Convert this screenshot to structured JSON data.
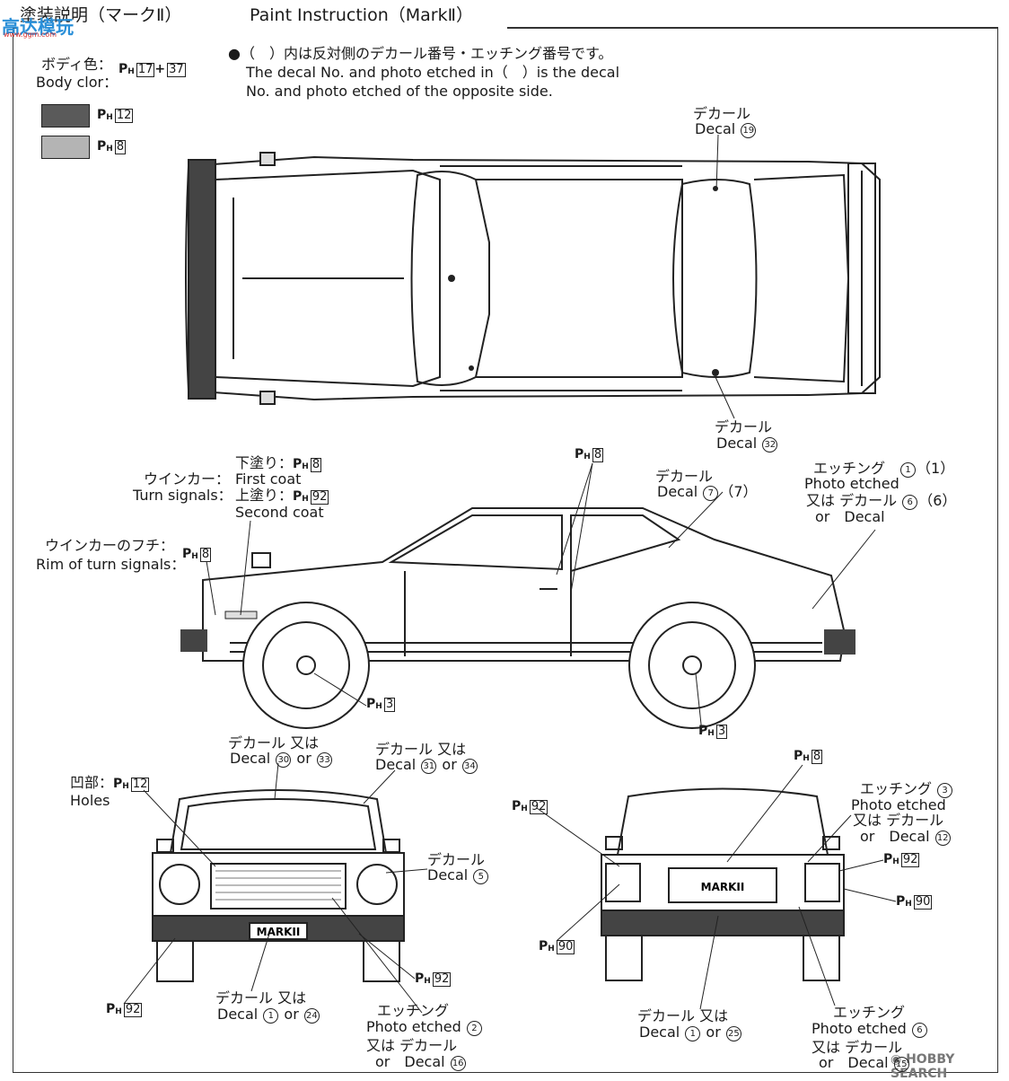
{
  "header": {
    "title_ja": "塗装説明（マークⅡ）",
    "title_en": "Paint Instruction（MarkⅡ）"
  },
  "watermarks": {
    "top_left": "高达模玩",
    "top_left_url": "www.ggm.com",
    "bottom_right": "HOBBY SEARCH"
  },
  "body_color": {
    "label_ja": "ボディ色：",
    "label_en": "Body clor：",
    "ph": "17",
    "plus": "+",
    "ph2": "37"
  },
  "swatches": [
    {
      "ph": "12",
      "color": "#5a5a5a"
    },
    {
      "ph": "8",
      "color": "#b4b4b4"
    }
  ],
  "note": {
    "line1": "●（　）内は反対側のデカール番号・エッチング番号です。",
    "line2": "The decal No. and photo etched in（　）is the decal",
    "line3": "No. and photo etched of the opposite side."
  },
  "ph_prefix": "P",
  "ph_sub": "H",
  "labels": {
    "decal_ja": "デカール",
    "decal_en": "Decal",
    "etch_ja": "エッチング",
    "etch_en": "Photo etched",
    "or_ja": "又は",
    "or_en": "or",
    "or_decal_ja": "又は デカール",
    "or_decal_en": "or　Decal",
    "turn_ja": "ウインカー：",
    "turn_en": "Turn signals：",
    "under_ja": "下塗り：",
    "under_en": "First coat",
    "over_ja": "上塗り：",
    "over_en": "Second coat",
    "rim_ja": "ウインカーのフチ：",
    "rim_en": "Rim of turn signals：",
    "holes_ja": "凹部：",
    "holes_en": "Holes"
  },
  "numbers": {
    "top_decal_19": "19",
    "top_decal_32": "32",
    "side_decal_7": "7",
    "side_decal_7b": "（7）",
    "side_etch_1": "1",
    "side_etch_1b": "（1）",
    "side_decal_6": "6",
    "side_decal_6b": "（6）",
    "ph_8": "8",
    "ph_92": "92",
    "ph_3": "3",
    "ph_12": "12",
    "ph_90": "90",
    "f_30": "30",
    "f_33": "33",
    "f_31": "31",
    "f_34": "34",
    "f_5": "5",
    "f_1": "1",
    "f_24": "24",
    "f_2": "2",
    "f_16": "16",
    "r_3": "3",
    "r_12": "12",
    "r_1": "1",
    "r_25": "25",
    "r_6": "6",
    "r_15": "15"
  },
  "plates": {
    "front": "MARKII",
    "rear": "MARKII"
  }
}
